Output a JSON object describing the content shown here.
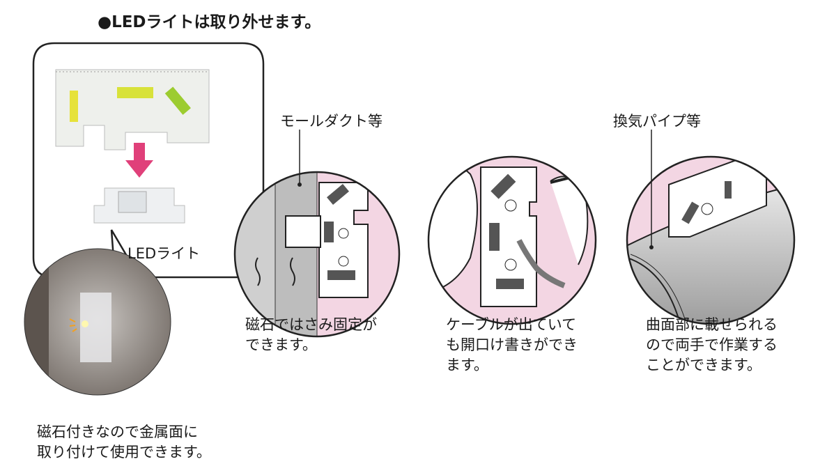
{
  "title": "●LEDライトは取り外せます。",
  "led_label": "LEDライト",
  "panels": [
    {
      "label": "モールダクト等",
      "caption": "磁石ではさみ固定が\nできます。"
    },
    {
      "label": "",
      "caption": "ケーブルが出ていて\nも開口け書きができ\nます。"
    },
    {
      "label": "換気パイプ等",
      "caption": "曲面部に載せられる\nので両手で作業する\nことができます。"
    }
  ],
  "magnet_caption": "磁石付きなので金属面に\n取り付けて使用できます。",
  "colors": {
    "pink": "#f3d6e3",
    "arrow": "#e0407a",
    "gray": "#bdbdbd"
  }
}
